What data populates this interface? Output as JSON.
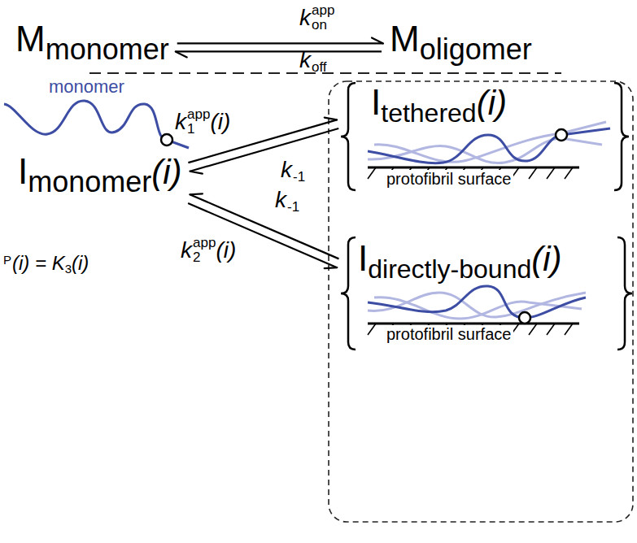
{
  "diagram": {
    "nodes": [
      {
        "text": [
          "M",
          "monomer"
        ]
      },
      {
        "text": [
          "M",
          "oligomer"
        ]
      },
      {
        "text": [
          "I",
          "monomer",
          "(i)"
        ]
      },
      {
        "text": [
          "I",
          "tethered",
          "(i)",
          "protofibril surface"
        ]
      },
      {
        "text": [
          "I",
          "directly-bound",
          "(i)",
          "protofibril surface"
        ]
      }
    ],
    "edges": [
      {
        "from": 0,
        "to": 1,
        "arrow": "to"
      },
      {
        "from": 1,
        "to": 0,
        "arrow": "to"
      },
      {
        "from": 2,
        "to": 3,
        "arrow": "to"
      },
      {
        "from": 3,
        "to": 2,
        "arrow": "to"
      },
      {
        "from": 2,
        "to": 4,
        "arrow": "to"
      },
      {
        "from": 4,
        "to": 2,
        "arrow": "to"
      }
    ],
    "labels": [
      "k",
      "app",
      "on",
      "k",
      "off",
      "monomer",
      "k",
      "app",
      "1",
      "(i)",
      "k",
      "-1",
      "k",
      "-1",
      "k",
      "app",
      "2",
      "(i)",
      "P",
      "(i) = K",
      "3",
      "(i)"
    ]
  }
}
